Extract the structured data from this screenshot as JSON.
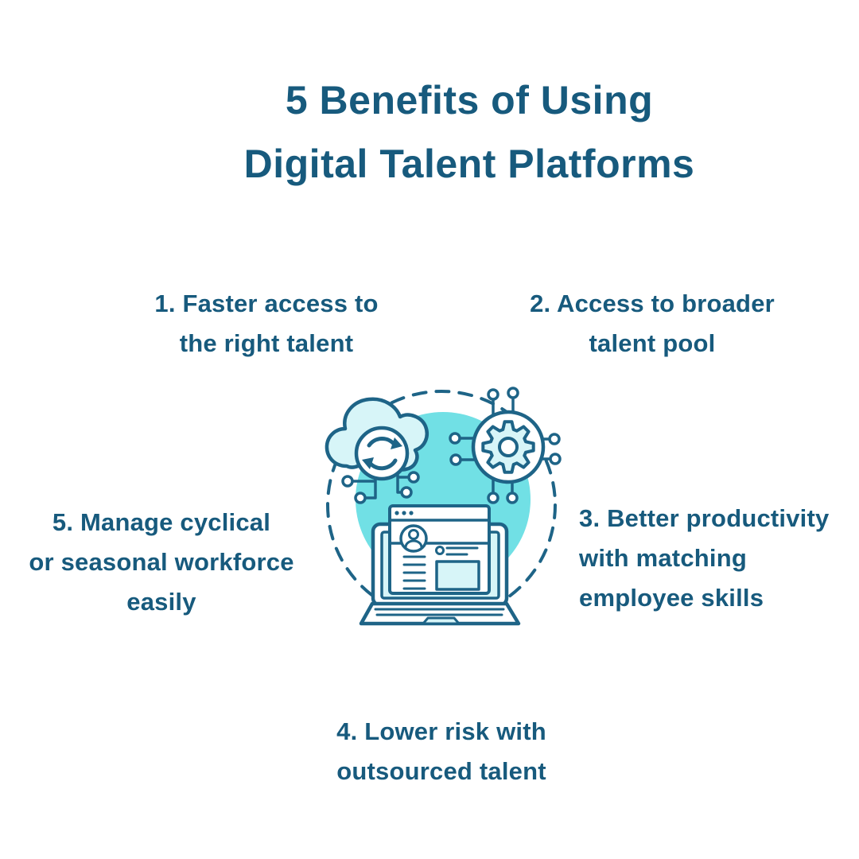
{
  "title": {
    "lines": [
      "5 Benefits of Using",
      "Digital Talent Platforms"
    ]
  },
  "benefits": [
    {
      "number": 1,
      "lines": [
        "1. Faster access to",
        "the right talent"
      ]
    },
    {
      "number": 2,
      "lines": [
        "2. Access to broader",
        "talent pool"
      ]
    },
    {
      "number": 3,
      "lines": [
        "3. Better productivity",
        "with matching",
        "employee skills"
      ]
    },
    {
      "number": 4,
      "lines": [
        "4. Lower risk with",
        "outsourced talent"
      ]
    },
    {
      "number": 5,
      "lines": [
        "5. Manage cyclical",
        "or seasonal workforce",
        "easily"
      ]
    }
  ],
  "illustration": {
    "icons": [
      "dashed-circle",
      "teal-circle",
      "cloud-sync-icon",
      "gear-network-icon",
      "laptop-profile-icon"
    ]
  },
  "theme": {
    "background": "#FFFFFF",
    "text-color": "#175A7D",
    "line-color": "#1E6487",
    "teal-fill": "#71E0E5",
    "light-fill": "#D7F5F8"
  }
}
